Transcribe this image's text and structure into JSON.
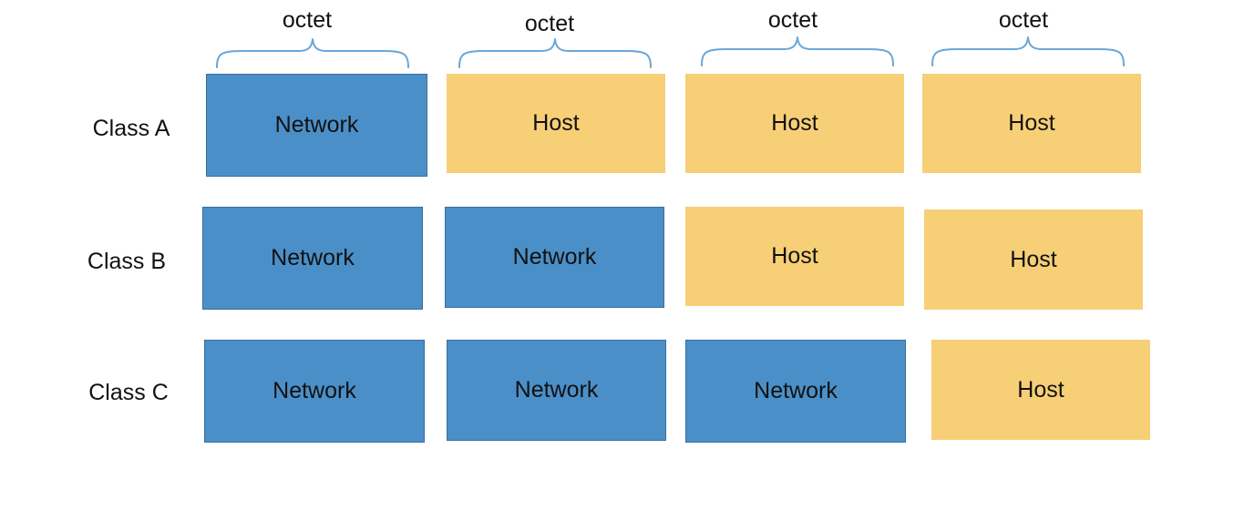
{
  "colors": {
    "network_fill": "#4b8fc8",
    "network_border": "#3a6f9c",
    "host_fill": "#f7cf77",
    "brace": "#6aa6d8"
  },
  "octets": [
    {
      "label": "octet"
    },
    {
      "label": "octet"
    },
    {
      "label": "octet"
    },
    {
      "label": "octet"
    }
  ],
  "rows": [
    {
      "label": "Class A",
      "cells": [
        {
          "type": "network",
          "label": "Network"
        },
        {
          "type": "host",
          "label": "Host"
        },
        {
          "type": "host",
          "label": "Host"
        },
        {
          "type": "host",
          "label": "Host"
        }
      ]
    },
    {
      "label": "Class B",
      "cells": [
        {
          "type": "network",
          "label": "Network"
        },
        {
          "type": "network",
          "label": "Network"
        },
        {
          "type": "host",
          "label": "Host"
        },
        {
          "type": "host",
          "label": "Host"
        }
      ]
    },
    {
      "label": "Class C",
      "cells": [
        {
          "type": "network",
          "label": "Network"
        },
        {
          "type": "network",
          "label": "Network"
        },
        {
          "type": "network",
          "label": "Network"
        },
        {
          "type": "host",
          "label": "Host"
        }
      ]
    }
  ]
}
